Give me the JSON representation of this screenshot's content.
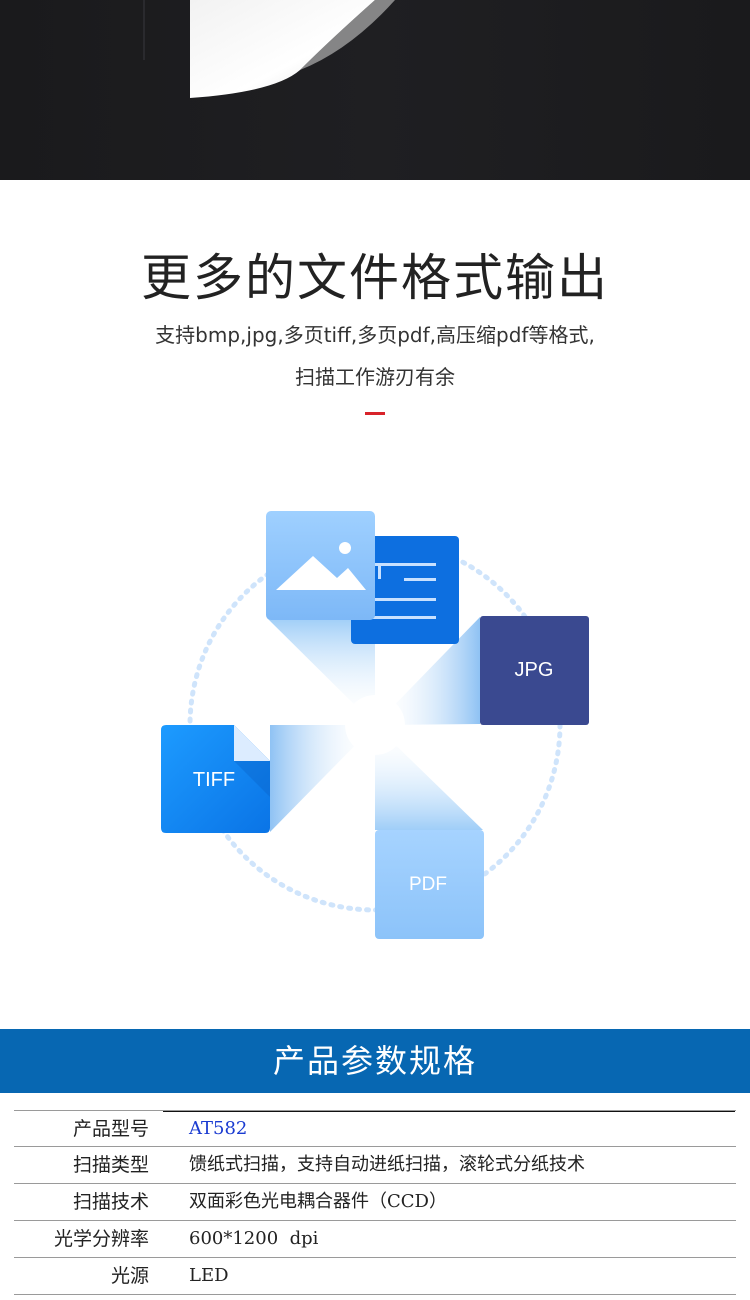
{
  "hero": {
    "description_icon": "paper-sheet-icon"
  },
  "section": {
    "title": "更多的文件格式输出",
    "subtitle_line1": "支持bmp,jpg,多页tiff,多页pdf,高压缩pdf等格式,",
    "subtitle_line2": "扫描工作游刃有余",
    "accent_color": "#d8232a"
  },
  "formats": {
    "jpg": "JPG",
    "tiff": "TIFF",
    "pdf": "PDF"
  },
  "spec": {
    "header": "产品参数规格",
    "header_color": "#0767b2",
    "rows": [
      {
        "label": "产品型号",
        "value": "AT582"
      },
      {
        "label": "扫描类型",
        "value": "馈纸式扫描，支持自动进纸扫描，滚轮式分纸技术"
      },
      {
        "label": "扫描技术",
        "value": "双面彩色光电耦合器件（CCD）"
      },
      {
        "label": "光学分辨率",
        "value": "600*1200  dpi"
      },
      {
        "label": "光源",
        "value": "LED"
      }
    ]
  }
}
